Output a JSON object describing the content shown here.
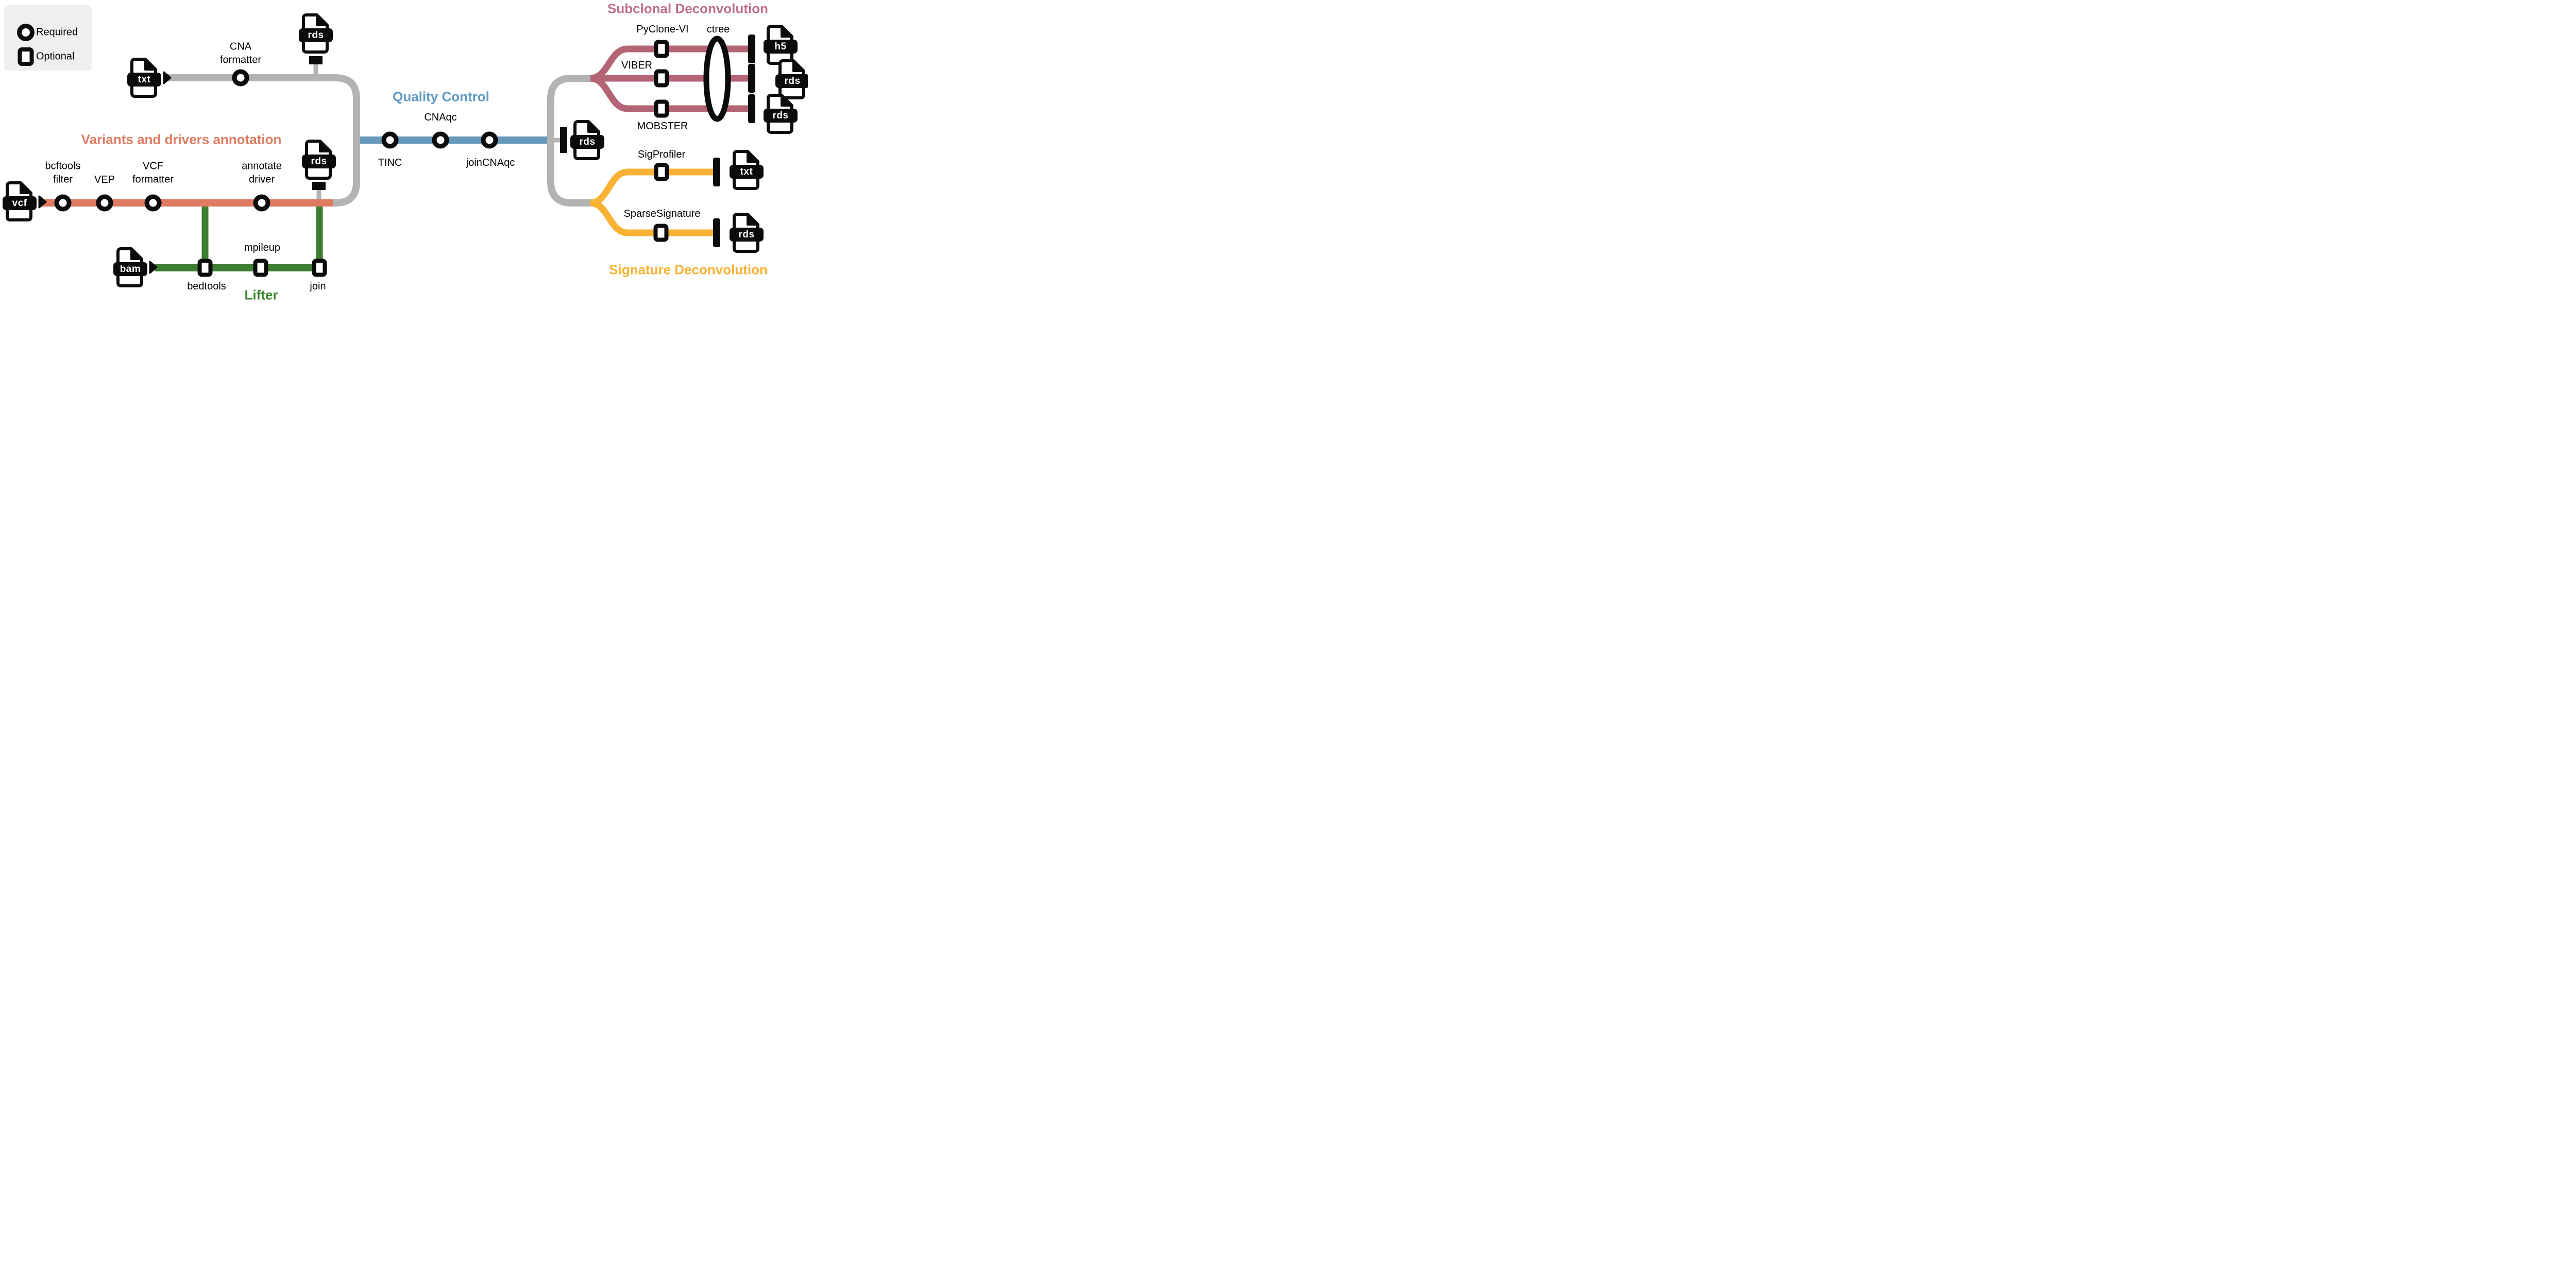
{
  "colors": {
    "salmon": "#de7b60",
    "green": "#3e7e32",
    "green_title": "#3e8531",
    "blue": "#6899ba",
    "blue_title": "#5f9ac4",
    "maroon": "#b36575",
    "maroon_title": "#bd6f85",
    "yellow": "#f9b233",
    "gray": "#b3b3b3",
    "black": "#0b0b0b",
    "legend_bg": "#efefef"
  },
  "legend": {
    "required_label": "Required",
    "optional_label": "Optional"
  },
  "sections": {
    "variants": {
      "title": "Variants and drivers annotation"
    },
    "qc": {
      "title": "Quality Control"
    },
    "lifter": {
      "title": "Lifter"
    },
    "subclonal": {
      "title": "Subclonal Deconvolution"
    },
    "signature": {
      "title": "Signature Deconvolution"
    }
  },
  "nodes": {
    "cna_formatter": "CNA formatter",
    "bcftools_filter": "bcftools filter",
    "vep": "VEP",
    "vcf_formatter": "VCF formatter",
    "annotate_driver": "annotate driver",
    "tinc": "TINC",
    "cnaqc": "CNAqc",
    "join_cnaqc": "joinCNAqc",
    "bedtools": "bedtools",
    "mpileup": "mpileup",
    "join": "join",
    "pyclone_vi": "PyClone-VI",
    "ctree": "ctree",
    "viber": "VIBER",
    "mobster": "MOBSTER",
    "sigprofiler": "SigProfiler",
    "sparsesignature": "SparseSignature"
  },
  "files": {
    "vcf_in": "vcf",
    "txt_cna_in": "txt",
    "bam_in": "bam",
    "rds_cna_out": "rds",
    "rds_drivers_out": "rds",
    "rds_qc_out": "rds",
    "h5_pyclone_out": "h5",
    "rds_viber_out": "rds",
    "rds_mobster_out": "rds",
    "txt_sigprofiler_out": "txt",
    "rds_sparsesignature_out": "rds"
  }
}
